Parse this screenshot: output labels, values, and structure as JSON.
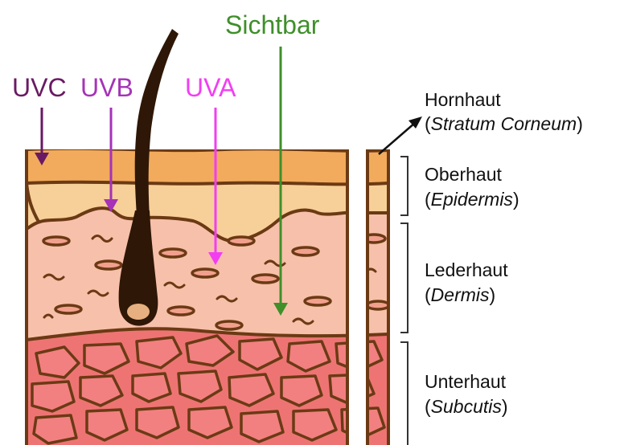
{
  "rays": [
    {
      "label": "UVC",
      "color": "#6a1a63"
    },
    {
      "label": "UVB",
      "color": "#a632b8"
    },
    {
      "label": "UVA",
      "color": "#f23ef2"
    },
    {
      "label": "Sichtbar",
      "color": "#3f8f2a"
    }
  ],
  "layers": [
    {
      "name": "Hornhaut",
      "latin": "Stratum Corneum",
      "color": "#f2ab5c"
    },
    {
      "name": "Oberhaut",
      "latin": "Epidermis",
      "color": "#f7cf98"
    },
    {
      "name": "Lederhaut",
      "latin": "Dermis",
      "color": "#f7c0aa"
    },
    {
      "name": "Unterhaut",
      "latin": "Subcutis",
      "color": "#ee7474"
    }
  ],
  "colors": {
    "outline": "#6b3a14",
    "hair": "#2e1706",
    "fat_cell_fill": "#f28080",
    "background": "#ffffff"
  }
}
